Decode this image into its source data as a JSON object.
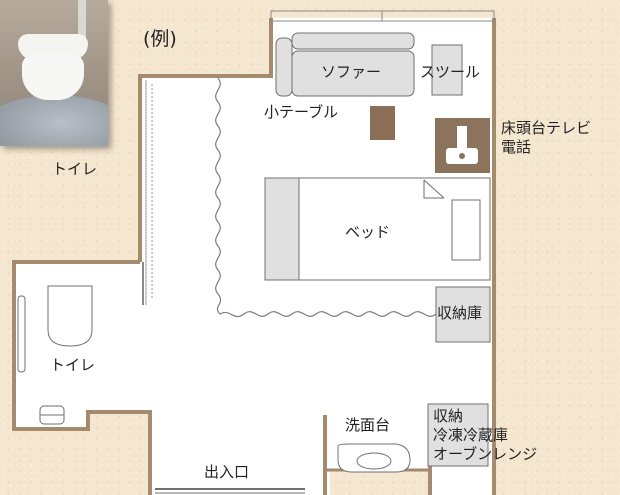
{
  "example_label": "(例)",
  "photo": {
    "caption": "トイレ"
  },
  "labels": {
    "sofa": "ソファー",
    "stool": "スツール",
    "small_table": "小テーブル",
    "bedside_table": "床頭台テレビ",
    "phone": "電話",
    "bed": "ベッド",
    "storage": "収納庫",
    "toilet": "トイレ",
    "washbasin": "洗面台",
    "storage_2": "収納",
    "fridge": "冷凍冷蔵庫",
    "oven": "オーブンレンジ",
    "entrance": "出入口"
  },
  "colors": {
    "wall": "#a58a6e",
    "line": "#6f6f6f",
    "furniture": "#e0e0e0",
    "table": "#8b6e55",
    "curtain": "#7c7c7c"
  }
}
